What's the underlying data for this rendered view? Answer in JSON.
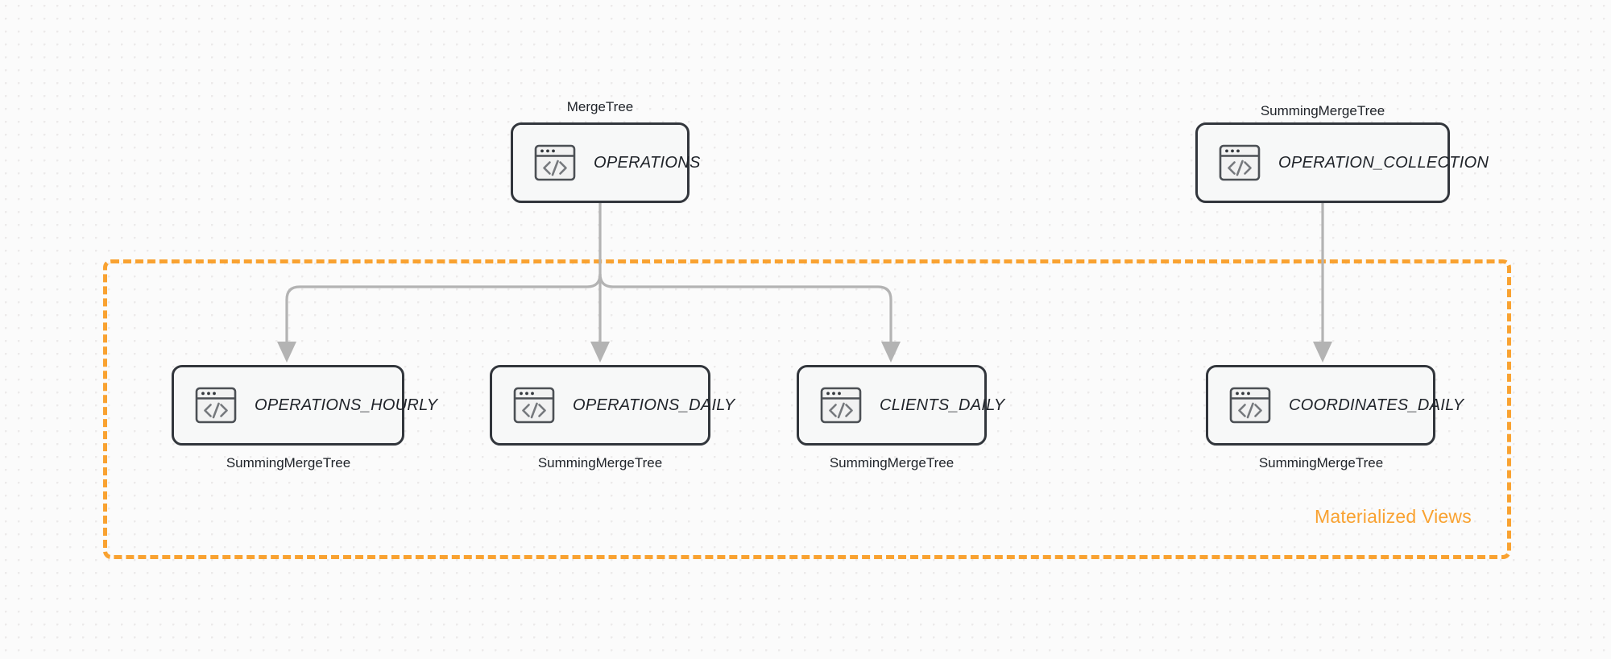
{
  "diagram": {
    "background_color": "#fbfbfb",
    "node_border_color": "#32363c",
    "node_fill_color": "#f7f8f8",
    "edge_color": "#b3b3b3",
    "accent_color": "#f9a231"
  },
  "group": {
    "label": "Materialized Views",
    "color": "#f9a231"
  },
  "nodes": [
    {
      "id": "operations",
      "title": "OPERATIONS",
      "engine": "MergeTree",
      "engine_position": "above",
      "icon": "code-window-icon"
    },
    {
      "id": "operation_collection",
      "title": "OPERATION_COLLECTION",
      "engine": "SummingMergeTree",
      "engine_position": "above",
      "icon": "code-window-icon"
    },
    {
      "id": "operations_hourly",
      "title": "OPERATIONS_HOURLY",
      "engine": "SummingMergeTree",
      "engine_position": "below",
      "icon": "code-window-icon"
    },
    {
      "id": "operations_daily",
      "title": "OPERATIONS_DAILY",
      "engine": "SummingMergeTree",
      "engine_position": "below",
      "icon": "code-window-icon"
    },
    {
      "id": "clients_daily",
      "title": "CLIENTS_DAILY",
      "engine": "SummingMergeTree",
      "engine_position": "below",
      "icon": "code-window-icon"
    },
    {
      "id": "coordinates_daily",
      "title": "COORDINATES_DAILY",
      "engine": "SummingMergeTree",
      "engine_position": "below",
      "icon": "code-window-icon"
    }
  ],
  "edges": [
    {
      "from": "operations",
      "to": "operations_hourly"
    },
    {
      "from": "operations",
      "to": "operations_daily"
    },
    {
      "from": "operations",
      "to": "clients_daily"
    },
    {
      "from": "operation_collection",
      "to": "coordinates_daily"
    }
  ]
}
